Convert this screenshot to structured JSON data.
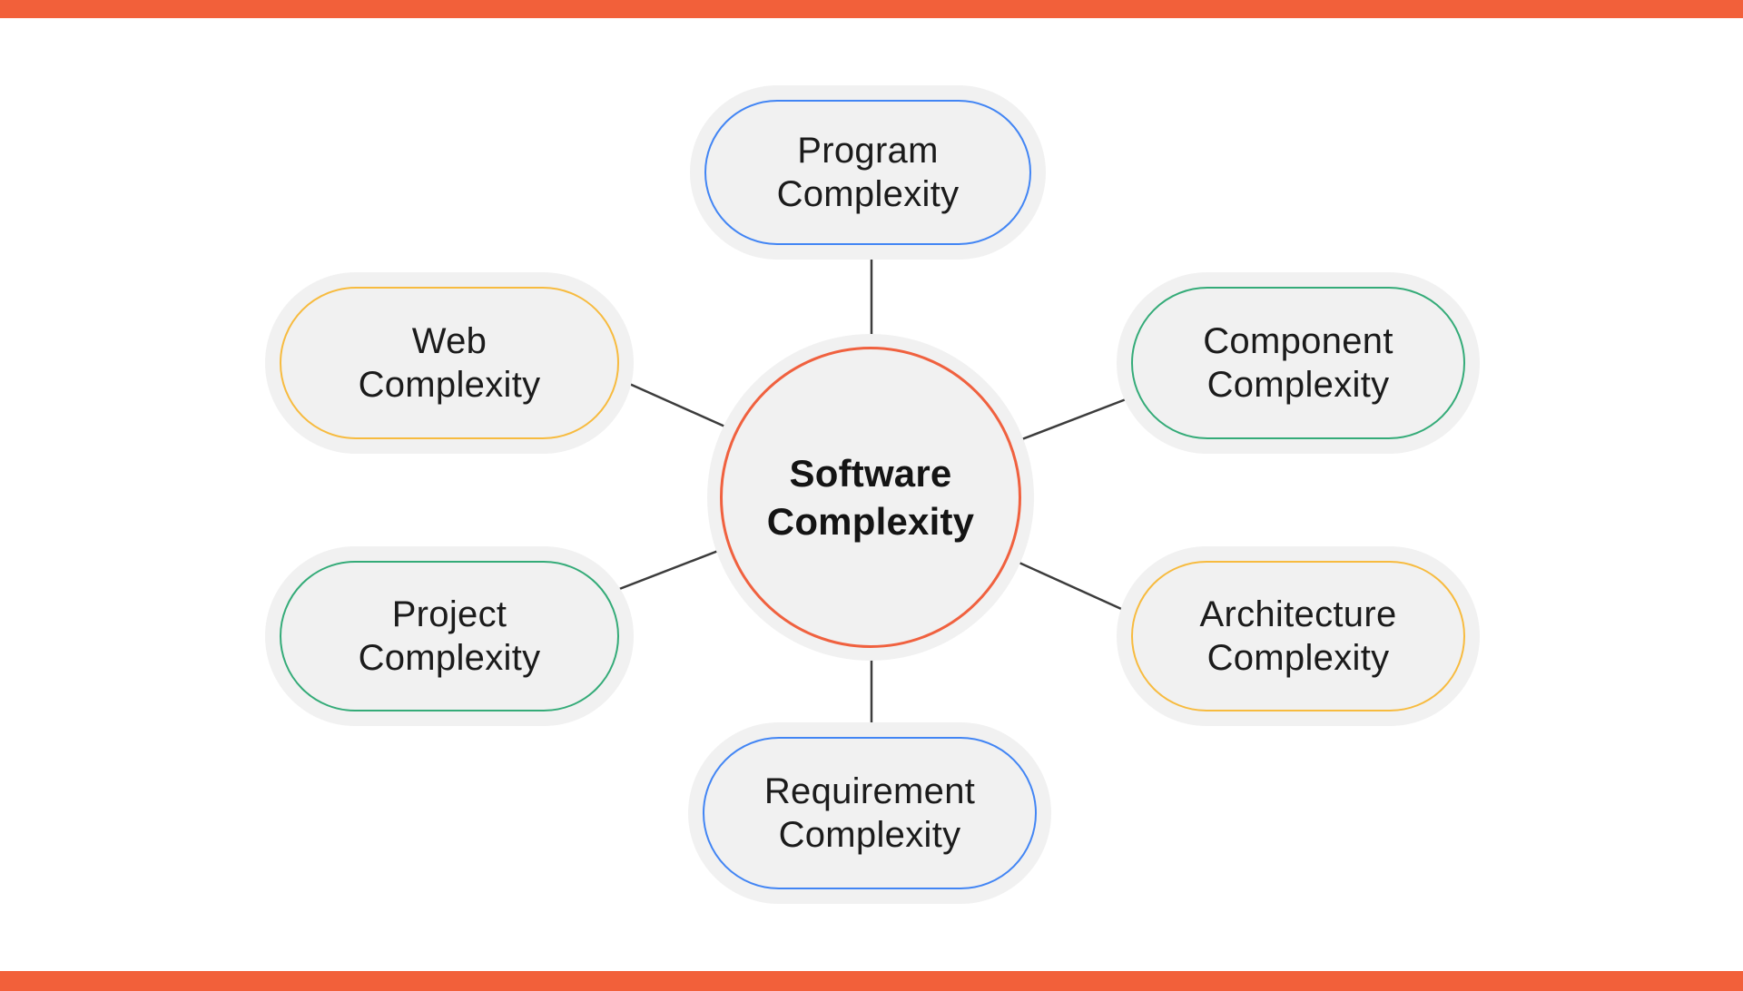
{
  "title": "Software Complexity diagram",
  "colors": {
    "accent_bar": "#F2603A",
    "node_fill": "#F1F1F1",
    "connector_line": "#3C3C3C",
    "center_border": "#F0613F",
    "blue_border": "#4285F4",
    "green_border": "#34AB78",
    "yellow_border": "#F7BB3F",
    "text": "#1B1B1B"
  },
  "center_node": {
    "id": "software",
    "label": "Software\nComplexity",
    "border_color": "#F0613F",
    "shape": "circle"
  },
  "nodes": [
    {
      "id": "program",
      "label": "Program\nComplexity",
      "border_color": "#4285F4",
      "shape": "pill",
      "position": "top"
    },
    {
      "id": "web",
      "label": "Web\nComplexity",
      "border_color": "#F7BB3F",
      "shape": "pill",
      "position": "upper-left"
    },
    {
      "id": "component",
      "label": "Component\nComplexity",
      "border_color": "#34AB78",
      "shape": "pill",
      "position": "upper-right"
    },
    {
      "id": "project",
      "label": "Project\nComplexity",
      "border_color": "#34AB78",
      "shape": "pill",
      "position": "lower-left"
    },
    {
      "id": "architecture",
      "label": "Architecture\nComplexity",
      "border_color": "#F7BB3F",
      "shape": "pill",
      "position": "lower-right"
    },
    {
      "id": "requirement",
      "label": "Requirement\nComplexity",
      "border_color": "#4285F4",
      "shape": "pill",
      "position": "bottom"
    }
  ],
  "edges": [
    {
      "from": "software",
      "to": "program"
    },
    {
      "from": "software",
      "to": "web"
    },
    {
      "from": "software",
      "to": "component"
    },
    {
      "from": "software",
      "to": "project"
    },
    {
      "from": "software",
      "to": "architecture"
    },
    {
      "from": "software",
      "to": "requirement"
    }
  ]
}
